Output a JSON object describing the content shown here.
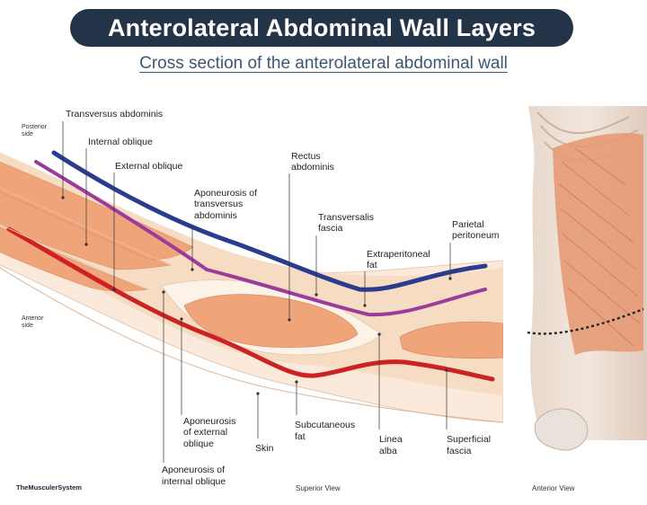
{
  "header": {
    "title": "Anterolateral Abdominal Wall Layers",
    "subtitle": "Cross section of the anterolateral abdominal wall"
  },
  "side_labels": {
    "posterior": [
      "Posterior",
      "side"
    ],
    "anterior": [
      "Anterior",
      "side"
    ]
  },
  "labels": {
    "transversus_abdominis": [
      "Transversus abdominis"
    ],
    "internal_oblique": [
      "Internal oblique"
    ],
    "external_oblique": [
      "External oblique"
    ],
    "aponeurosis_transversus": [
      "Aponeurosis of",
      "transversus",
      "abdominis"
    ],
    "rectus_abdominis": [
      "Rectus",
      "abdominis"
    ],
    "transversalis_fascia": [
      "Transversalis",
      "fascia"
    ],
    "extraperitoneal_fat": [
      "Extraperitoneal",
      "fat"
    ],
    "parietal_peritoneum": [
      "Parietal",
      "peritoneum"
    ],
    "aponeurosis_external": [
      "Aponeurosis",
      "of external",
      "oblique"
    ],
    "skin": [
      "Skin"
    ],
    "subcutaneous_fat": [
      "Subcutaneous",
      "fat"
    ],
    "linea_alba": [
      "Linea",
      "alba"
    ],
    "superficial_fascia": [
      "Superficial",
      "fascia"
    ],
    "aponeurosis_internal": [
      "Aponeurosis of",
      "internal oblique"
    ]
  },
  "footer": {
    "brand": "TheMusculerSystem",
    "superior_view": "Superior View",
    "anterior_view": "Anterior View"
  },
  "colors": {
    "title_bg": "#243448",
    "muscle": "#f0a47a",
    "fat": "#f7dcc4",
    "blue_line": "#2a3c8e",
    "purple_line": "#9a3c9a",
    "red_line": "#cc2222"
  }
}
